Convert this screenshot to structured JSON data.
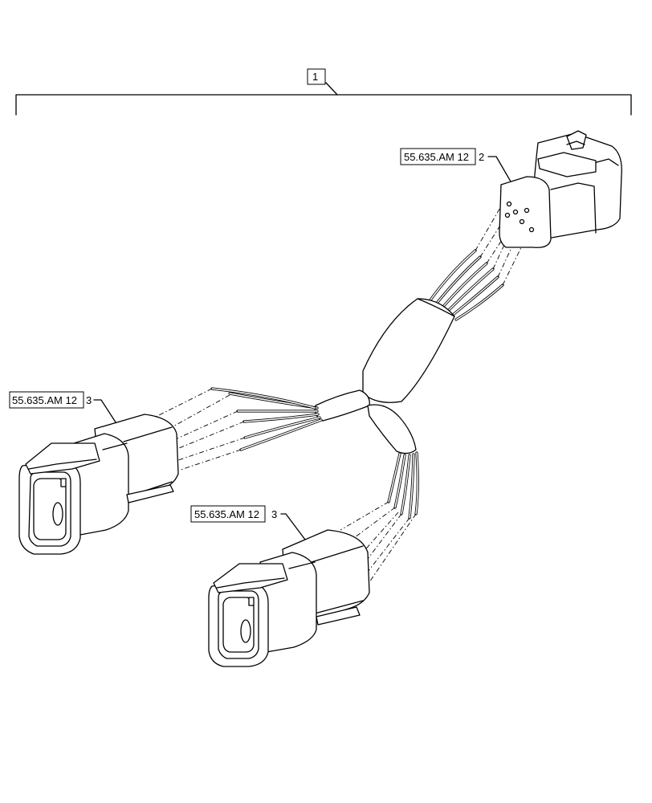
{
  "assembly": {
    "item": "1"
  },
  "callouts": {
    "top_connector": {
      "ref": "55.635.AM 12",
      "item": "2"
    },
    "left_connector": {
      "ref": "55.635.AM 12",
      "item": "3"
    },
    "bottom_connector": {
      "ref": "55.635.AM 12",
      "item": "3"
    }
  },
  "colors": {
    "line": "#000000",
    "background": "#ffffff"
  }
}
